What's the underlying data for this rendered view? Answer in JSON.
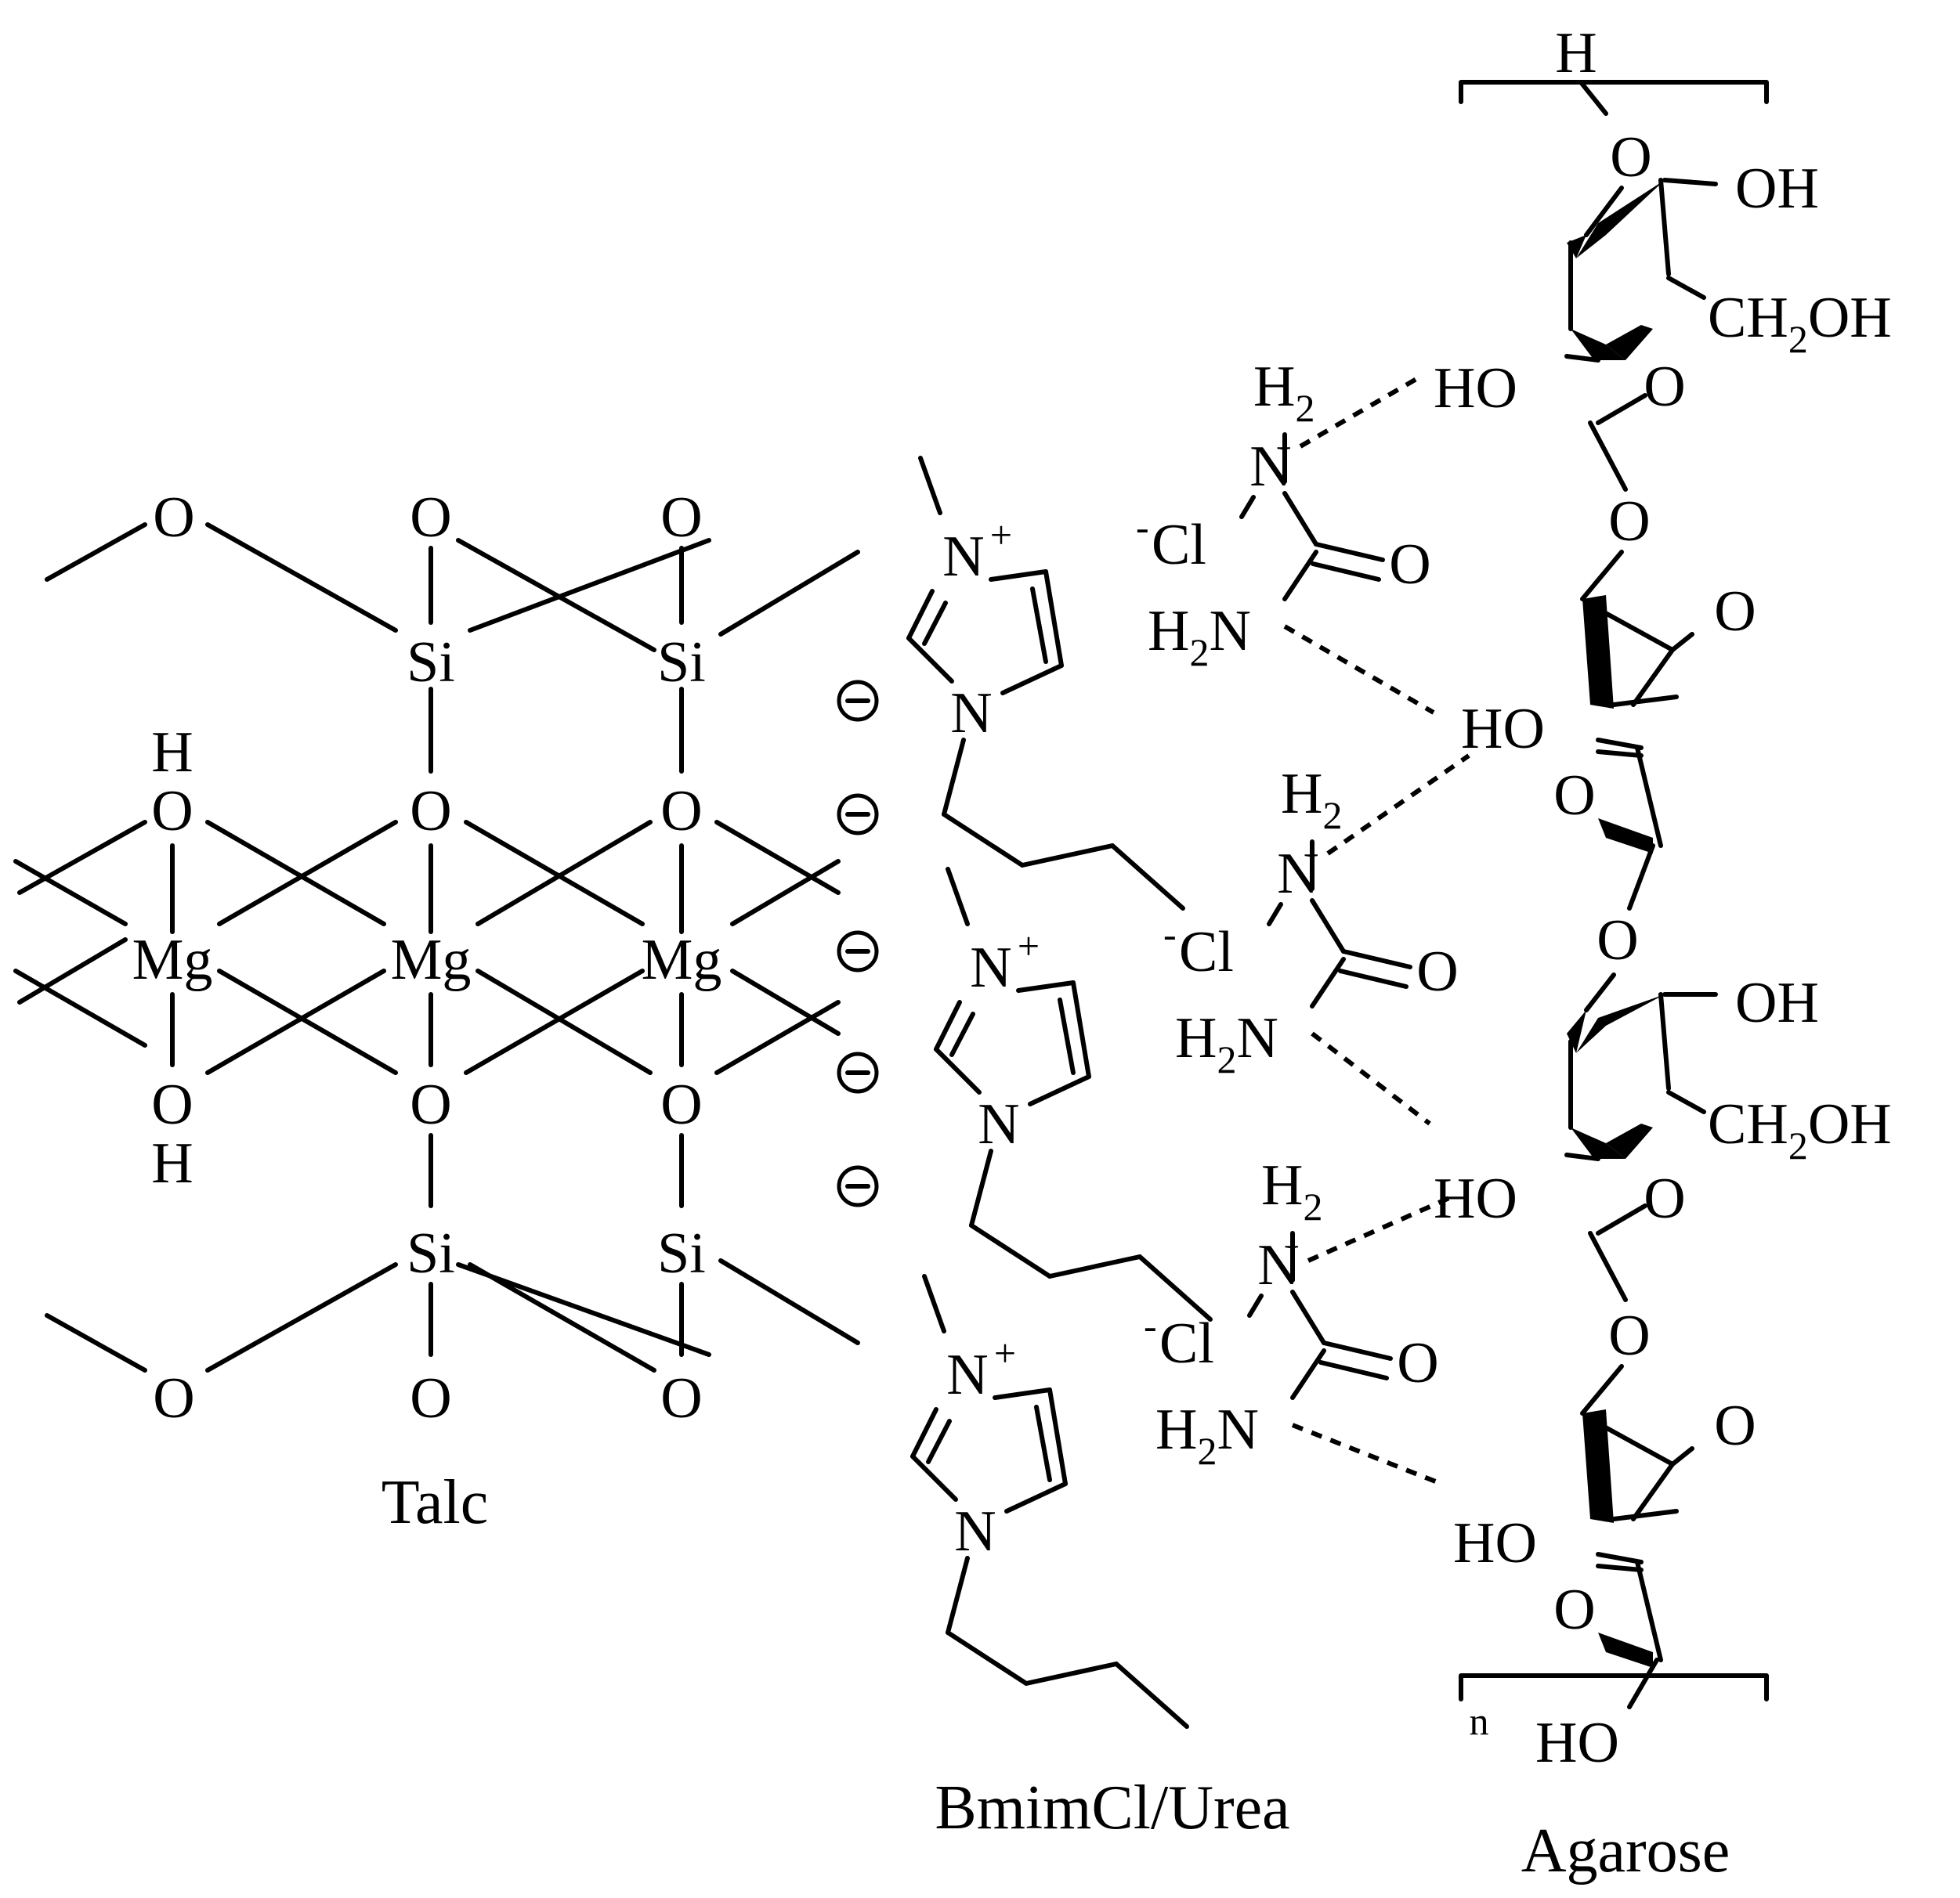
{
  "labels": {
    "talc": "Talc",
    "bmimcl_urea": "BmimCl/Urea",
    "agarose": "Agarose",
    "repeat_n": "n"
  },
  "atoms": {
    "O": "O",
    "Si": "Si",
    "Mg": "Mg",
    "H": "H",
    "N": "N",
    "N_plus": "+",
    "Cl": "Cl",
    "Cl_minus": "-",
    "H2": "H",
    "sub2": "2",
    "H2N_H": "H",
    "H2N_N": "N",
    "OH": "OH",
    "HO": "HO",
    "CH2OH_a": "CH",
    "CH2OH_b": "OH"
  }
}
